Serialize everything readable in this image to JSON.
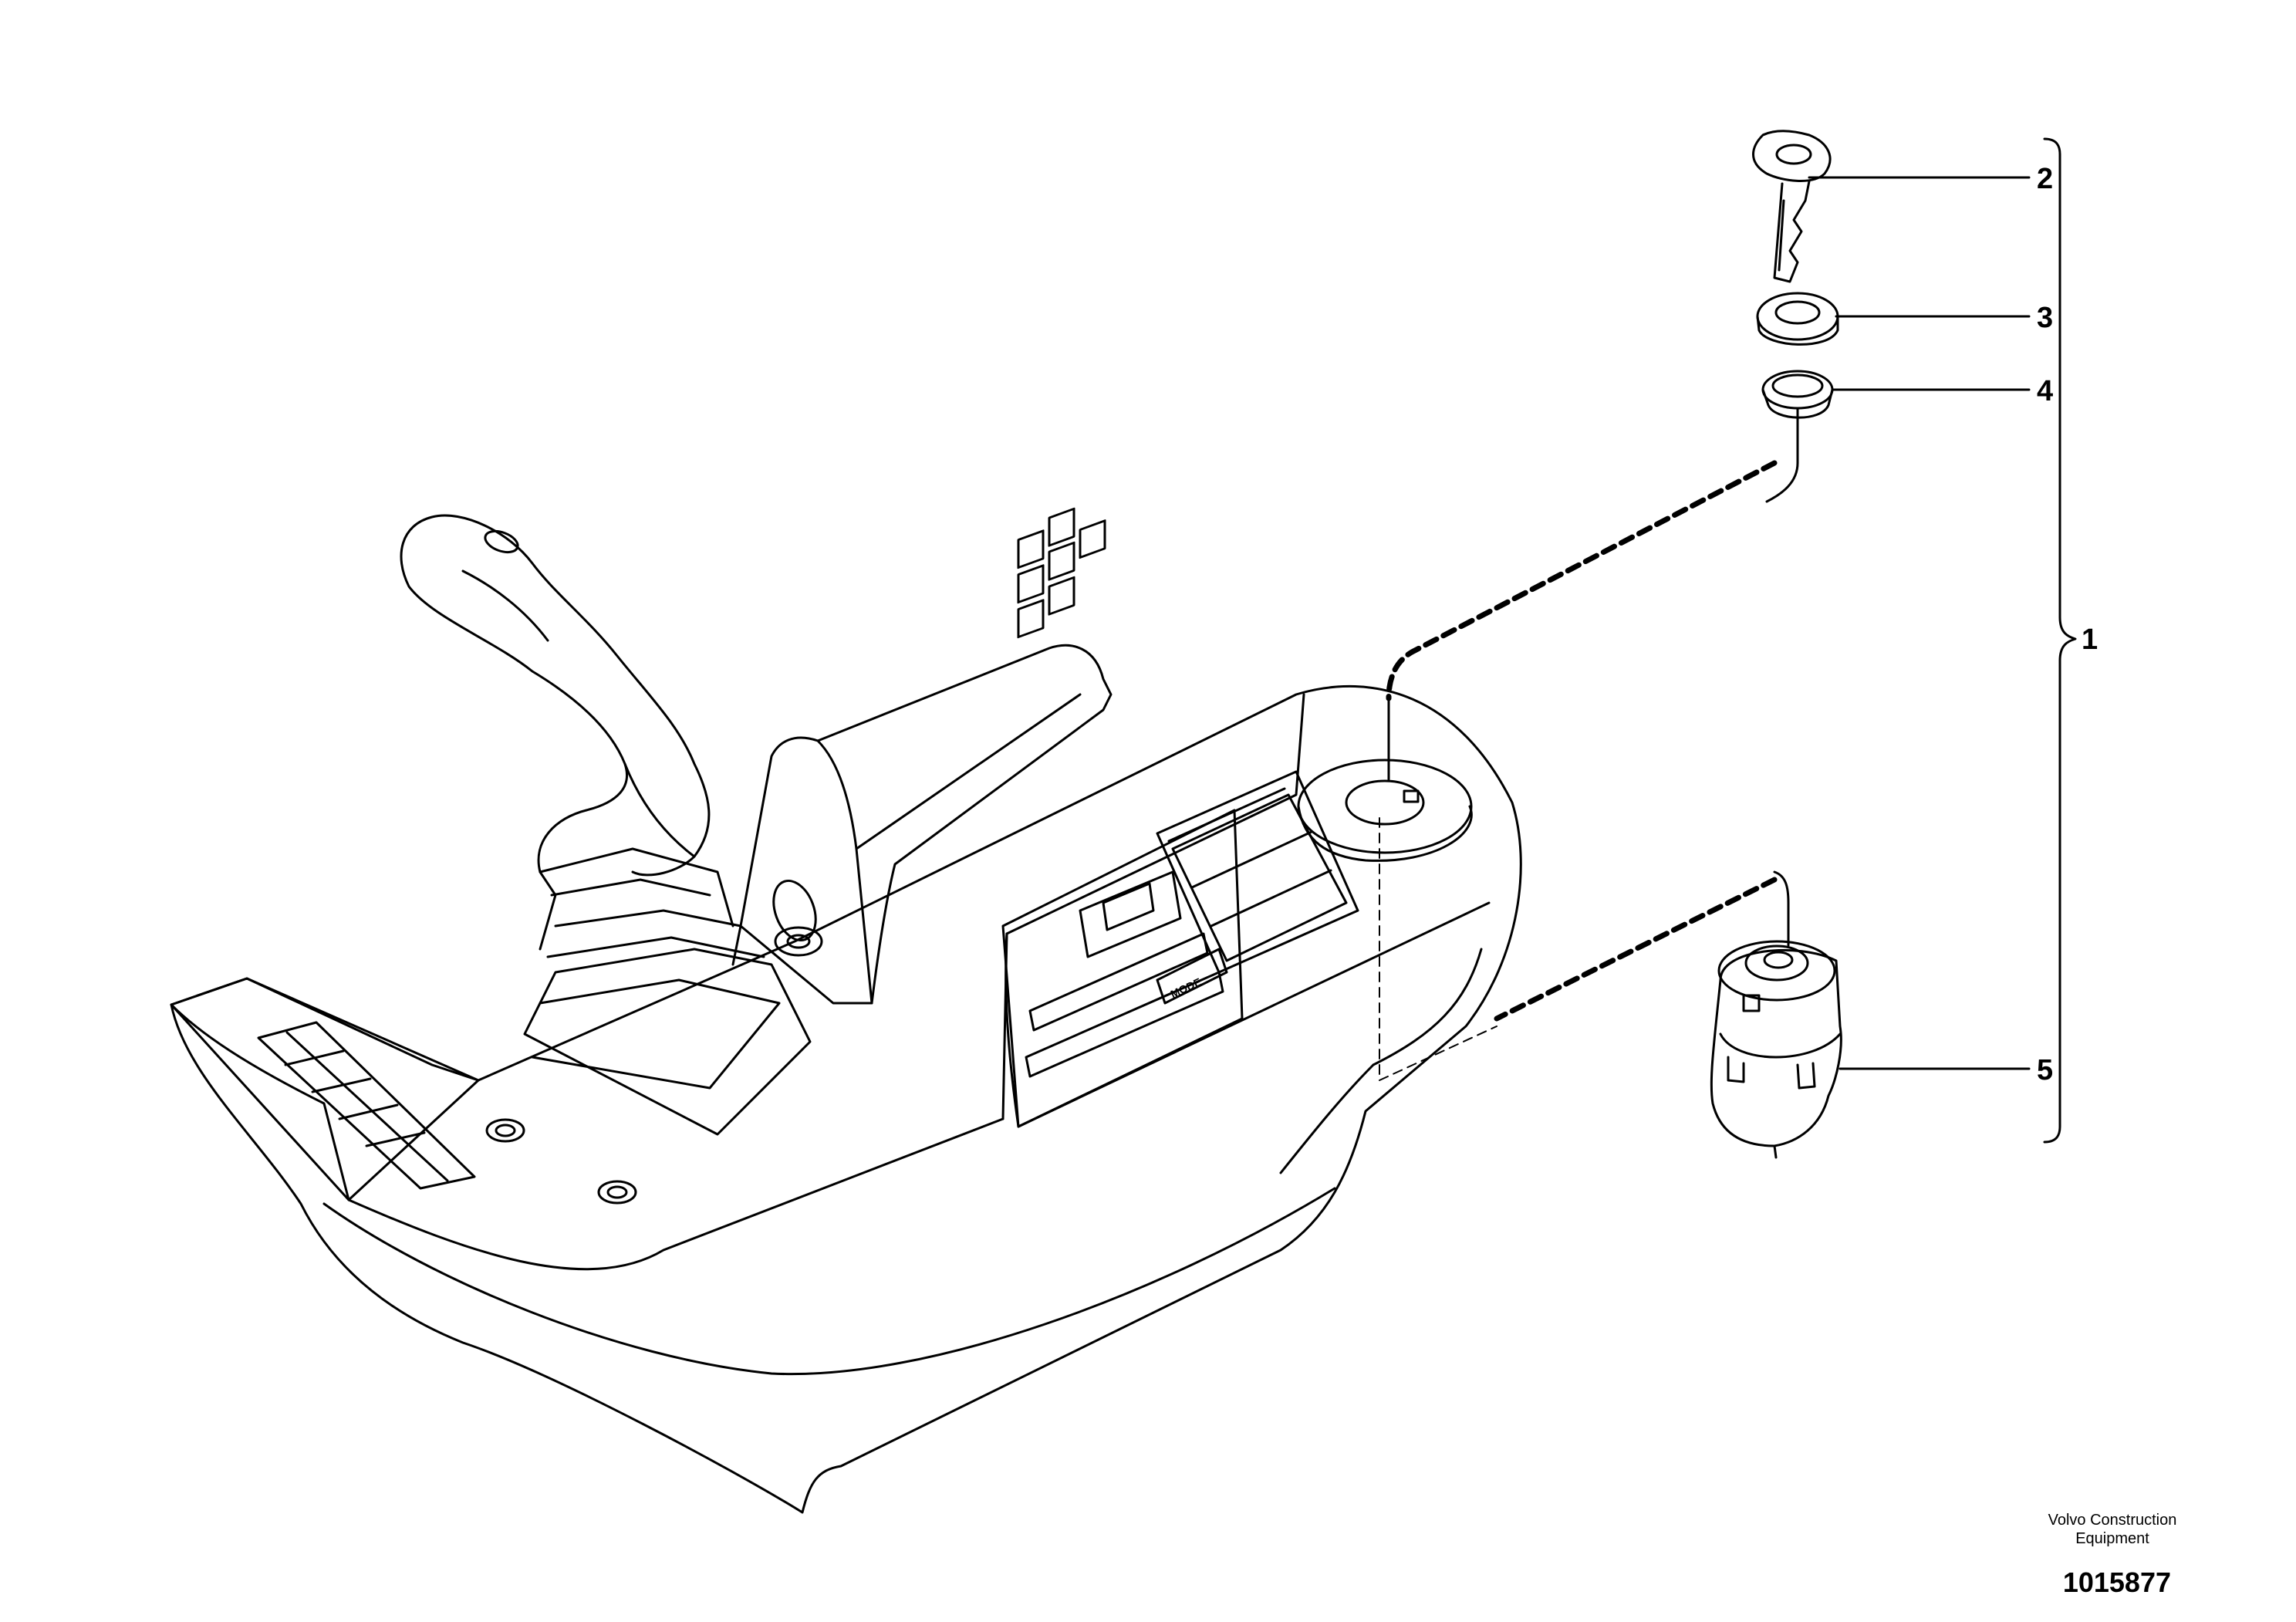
{
  "callouts": {
    "c1": "1",
    "c2": "2",
    "c3": "3",
    "c4": "4",
    "c5": "5"
  },
  "panel": {
    "mode_label": "MODE"
  },
  "footer": {
    "brand_line1": "Volvo Construction",
    "brand_line2": "Equipment",
    "doc_number": "1015877"
  }
}
